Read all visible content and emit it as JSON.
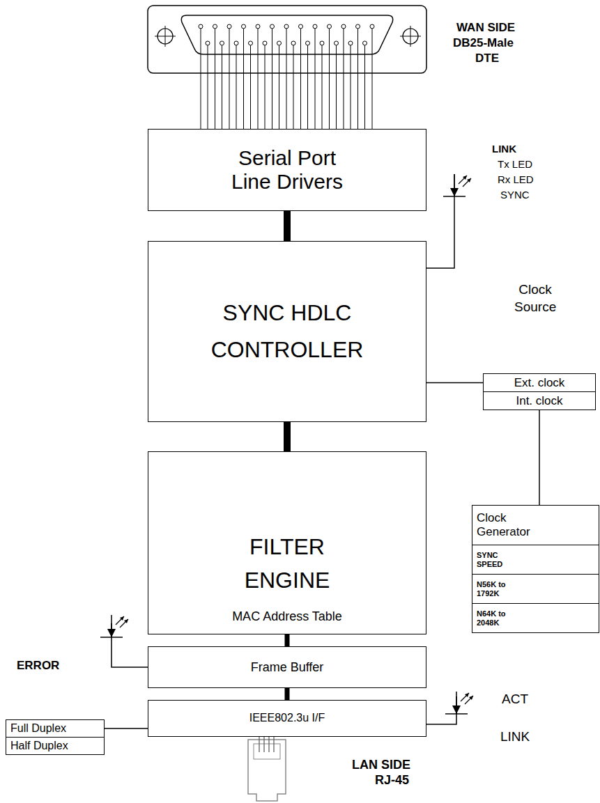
{
  "diagram": {
    "nodes": [
      {
        "text": [
          "Serial Port Line Drivers"
        ]
      },
      {
        "text": [
          "SYNC HDLC CONTROLLER"
        ]
      },
      {
        "text": [
          "FILTER ENGINE",
          "MAC Address Table"
        ]
      },
      {
        "text": [
          "Frame Buffer"
        ]
      },
      {
        "text": [
          "IEEE802.3u I/F"
        ]
      },
      {
        "text": [
          "Ext. clock"
        ]
      },
      {
        "text": [
          "Int. clock"
        ]
      },
      {
        "text": [
          "Clock Generator"
        ]
      },
      {
        "text": [
          "SYNC SPEED"
        ]
      },
      {
        "text": [
          "N56K to 1792K"
        ]
      },
      {
        "text": [
          "N64K to 2048K"
        ]
      },
      {
        "text": [
          "Full Duplex"
        ]
      },
      {
        "text": [
          "Half Duplex"
        ]
      }
    ],
    "edges": [
      {
        "from": 0,
        "to": 1,
        "arrow": "none"
      },
      {
        "from": 1,
        "to": 2,
        "arrow": "none"
      },
      {
        "from": 2,
        "to": 3,
        "arrow": "none"
      },
      {
        "from": 3,
        "to": 4,
        "arrow": "none"
      },
      {
        "from": 1,
        "to": 5,
        "arrow": "none"
      },
      {
        "from": 6,
        "to": 7,
        "arrow": "none"
      },
      {
        "from": 4,
        "to": 11,
        "arrow": "none"
      }
    ],
    "labels": [
      "WAN SIDE",
      "DB25-Male",
      "DTE",
      "LINK",
      "Tx LED",
      "Rx LED",
      "SYNC",
      "Clock Source",
      "ERROR",
      "ACT",
      "LINK",
      "LAN SIDE",
      "RJ-45"
    ]
  }
}
